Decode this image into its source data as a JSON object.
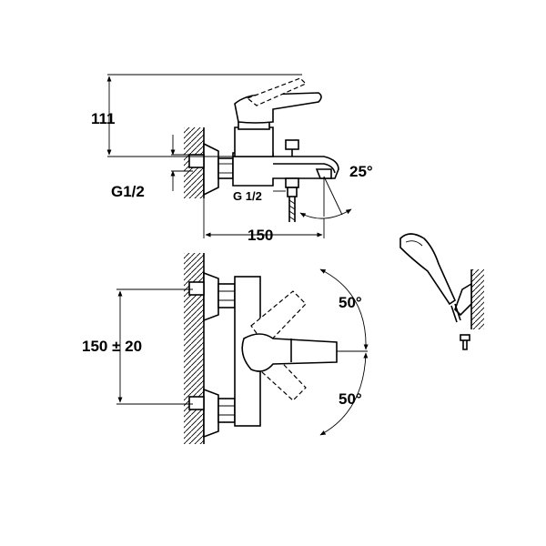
{
  "dimensions": {
    "height_top": "111",
    "inlet_thread_left": "G1/2",
    "outlet_thread": "G 1/2",
    "spout_angle": "25°",
    "depth": "150",
    "center_distance": "150 ± 20",
    "lever_angle_up": "50°",
    "lever_angle_down": "50°"
  },
  "colors": {
    "line": "#000000",
    "background": "#ffffff"
  }
}
